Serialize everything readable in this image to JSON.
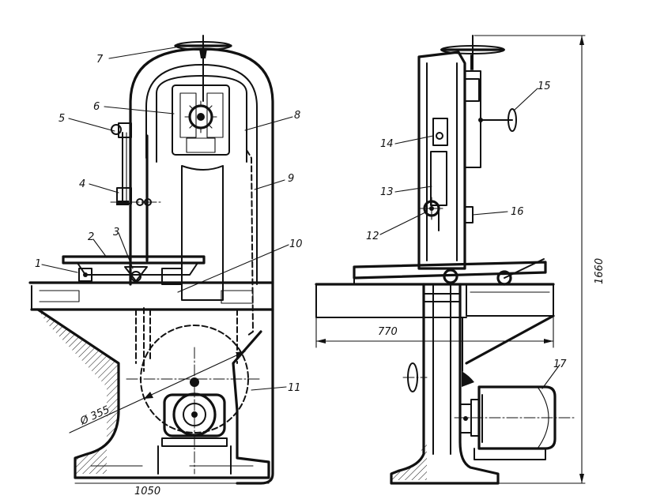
{
  "labels": {
    "l1": "1",
    "l2": "2",
    "l3": "3",
    "l4": "4",
    "l5": "5",
    "l6": "6",
    "l7": "7",
    "l8": "8",
    "l9": "9",
    "l10": "10",
    "l11": "11",
    "l12": "12",
    "l13": "13",
    "l14": "14",
    "l15": "15",
    "l16": "16",
    "l17": "17"
  },
  "dimensions": {
    "wheel_diameter": "Ø 355",
    "base_width": "1050",
    "table_depth": "770",
    "overall_height": "1660"
  },
  "colors": {
    "ink": "#111111",
    "paper": "#ffffff"
  }
}
